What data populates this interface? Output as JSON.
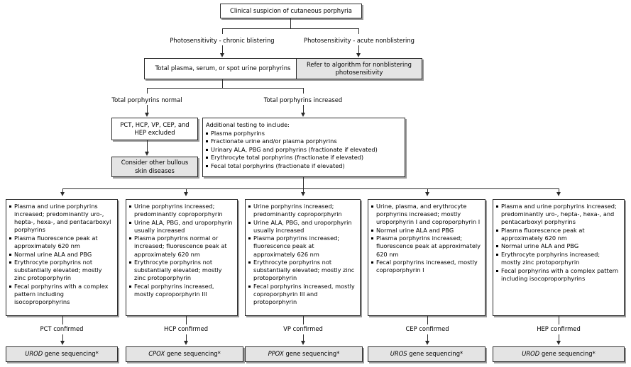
{
  "diagram": {
    "title": "Clinical suspicion of cutaneous porphyria algorithm",
    "colors": {
      "shaded_fill": "#e4e4e4",
      "box_border": "#2b2b2b",
      "shadow": "#9a9a9a"
    }
  },
  "root": {
    "label": "Clinical suspicion of cutaneous porphyria"
  },
  "branch1": {
    "left_label": "Photosensitivity - chronic blistering",
    "right_label": "Photosensitivity - acute nonblistering"
  },
  "tier2": {
    "left_box": "Total plasma, serum, or spot urine porphyrins",
    "right_box": "Refer to algorithm for nonblistering photosensitivity"
  },
  "branch2": {
    "left_label": "Total porphyrins normal",
    "right_label": "Total porphyrins increased"
  },
  "tier3": {
    "excluded_box": "PCT, HCP, VP, CEP, and HEP excluded",
    "consider_box": "Consider other bullous skin diseases",
    "additional_testing": {
      "heading": "Additional testing to include:",
      "items": [
        "Plasma porphyrins",
        "Fractionate urine and/or plasma porphyrins",
        "Urinary ALA, PBG and porphyrins (fractionate if elevated)",
        "Erythrocyte total porphyrins (fractionate if elevated)",
        "Fecal total porphyrins (fractionate if elevated)"
      ]
    }
  },
  "columns": [
    {
      "key": "pct",
      "findings": [
        "Plasma and urine porphyrins increased; predominantly uro-, hepta-, hexa-, and pentacarboxyl porphyrins",
        "Plasma fluorescence peak at approximately 620 nm",
        "Normal urine ALA and PBG",
        "Erythrocyte porphyrins not substantially elevated; mostly zinc protoporphyrin",
        "Fecal porphyrins with a complex pattern including isocoproporphyrins"
      ],
      "confirmed_label": "PCT confirmed",
      "gene": "UROD",
      "gene_suffix": " gene sequencing*"
    },
    {
      "key": "hcp",
      "findings": [
        "Urine porphyrins increased; predominantly coproporphyrin",
        "Urine ALA, PBG, and uroporphyrin usually increased",
        "Plasma porphyrins normal or increased; fluorescence peak at approximately 620 nm",
        "Erythrocyte porphyrins not substantially elevated; mostly zinc protoporphyrin",
        "Fecal porphyrins increased, mostly coproporphyrin III"
      ],
      "confirmed_label": "HCP confirmed",
      "gene": "CPOX",
      "gene_suffix": " gene sequencing*"
    },
    {
      "key": "vp",
      "findings": [
        "Urine porphyrins increased; predominantly coproporphyrin",
        "Urine ALA, PBG, and uroporphyrin usually increased",
        "Plasma porphyrins increased; fluorescence peak at approximately 626 nm",
        "Erythrocyte porphyrins not substantially elevated; mostly zinc protoporphyrin",
        "Fecal porphyrins increased, mostly coproporphyrin III and protoporphyrin"
      ],
      "confirmed_label": "VP confirmed",
      "gene": "PPOX",
      "gene_suffix": " gene sequencing*"
    },
    {
      "key": "cep",
      "findings": [
        "Urine, plasma, and erythrocyte porphyrins increased; mostly uroporphyrin I and coproporphyrin I",
        "Normal urine ALA and PBG",
        "Plasma porphyrins increased; fluorescence peak at approximately 620 nm",
        "Fecal porphyrins increased, mostly coproporphyrin I"
      ],
      "confirmed_label": "CEP confirmed",
      "gene": "UROS",
      "gene_suffix": " gene sequencing*"
    },
    {
      "key": "hep",
      "findings": [
        "Plasma and urine porphyrins increased; predominantly uro-, hepta-, hexa-, and pentacarboxyl porphyrins",
        "Plasma fluorescence peak at approximately 620 nm",
        "Normal urine ALA and PBG",
        "Erythrocyte porphyrins increased; mostly zinc protoporphyrin",
        "Fecal porphyrins with a complex pattern including isocoproporphyrins"
      ],
      "confirmed_label": "HEP confirmed",
      "gene": "UROD",
      "gene_suffix": " gene sequencing*"
    }
  ]
}
